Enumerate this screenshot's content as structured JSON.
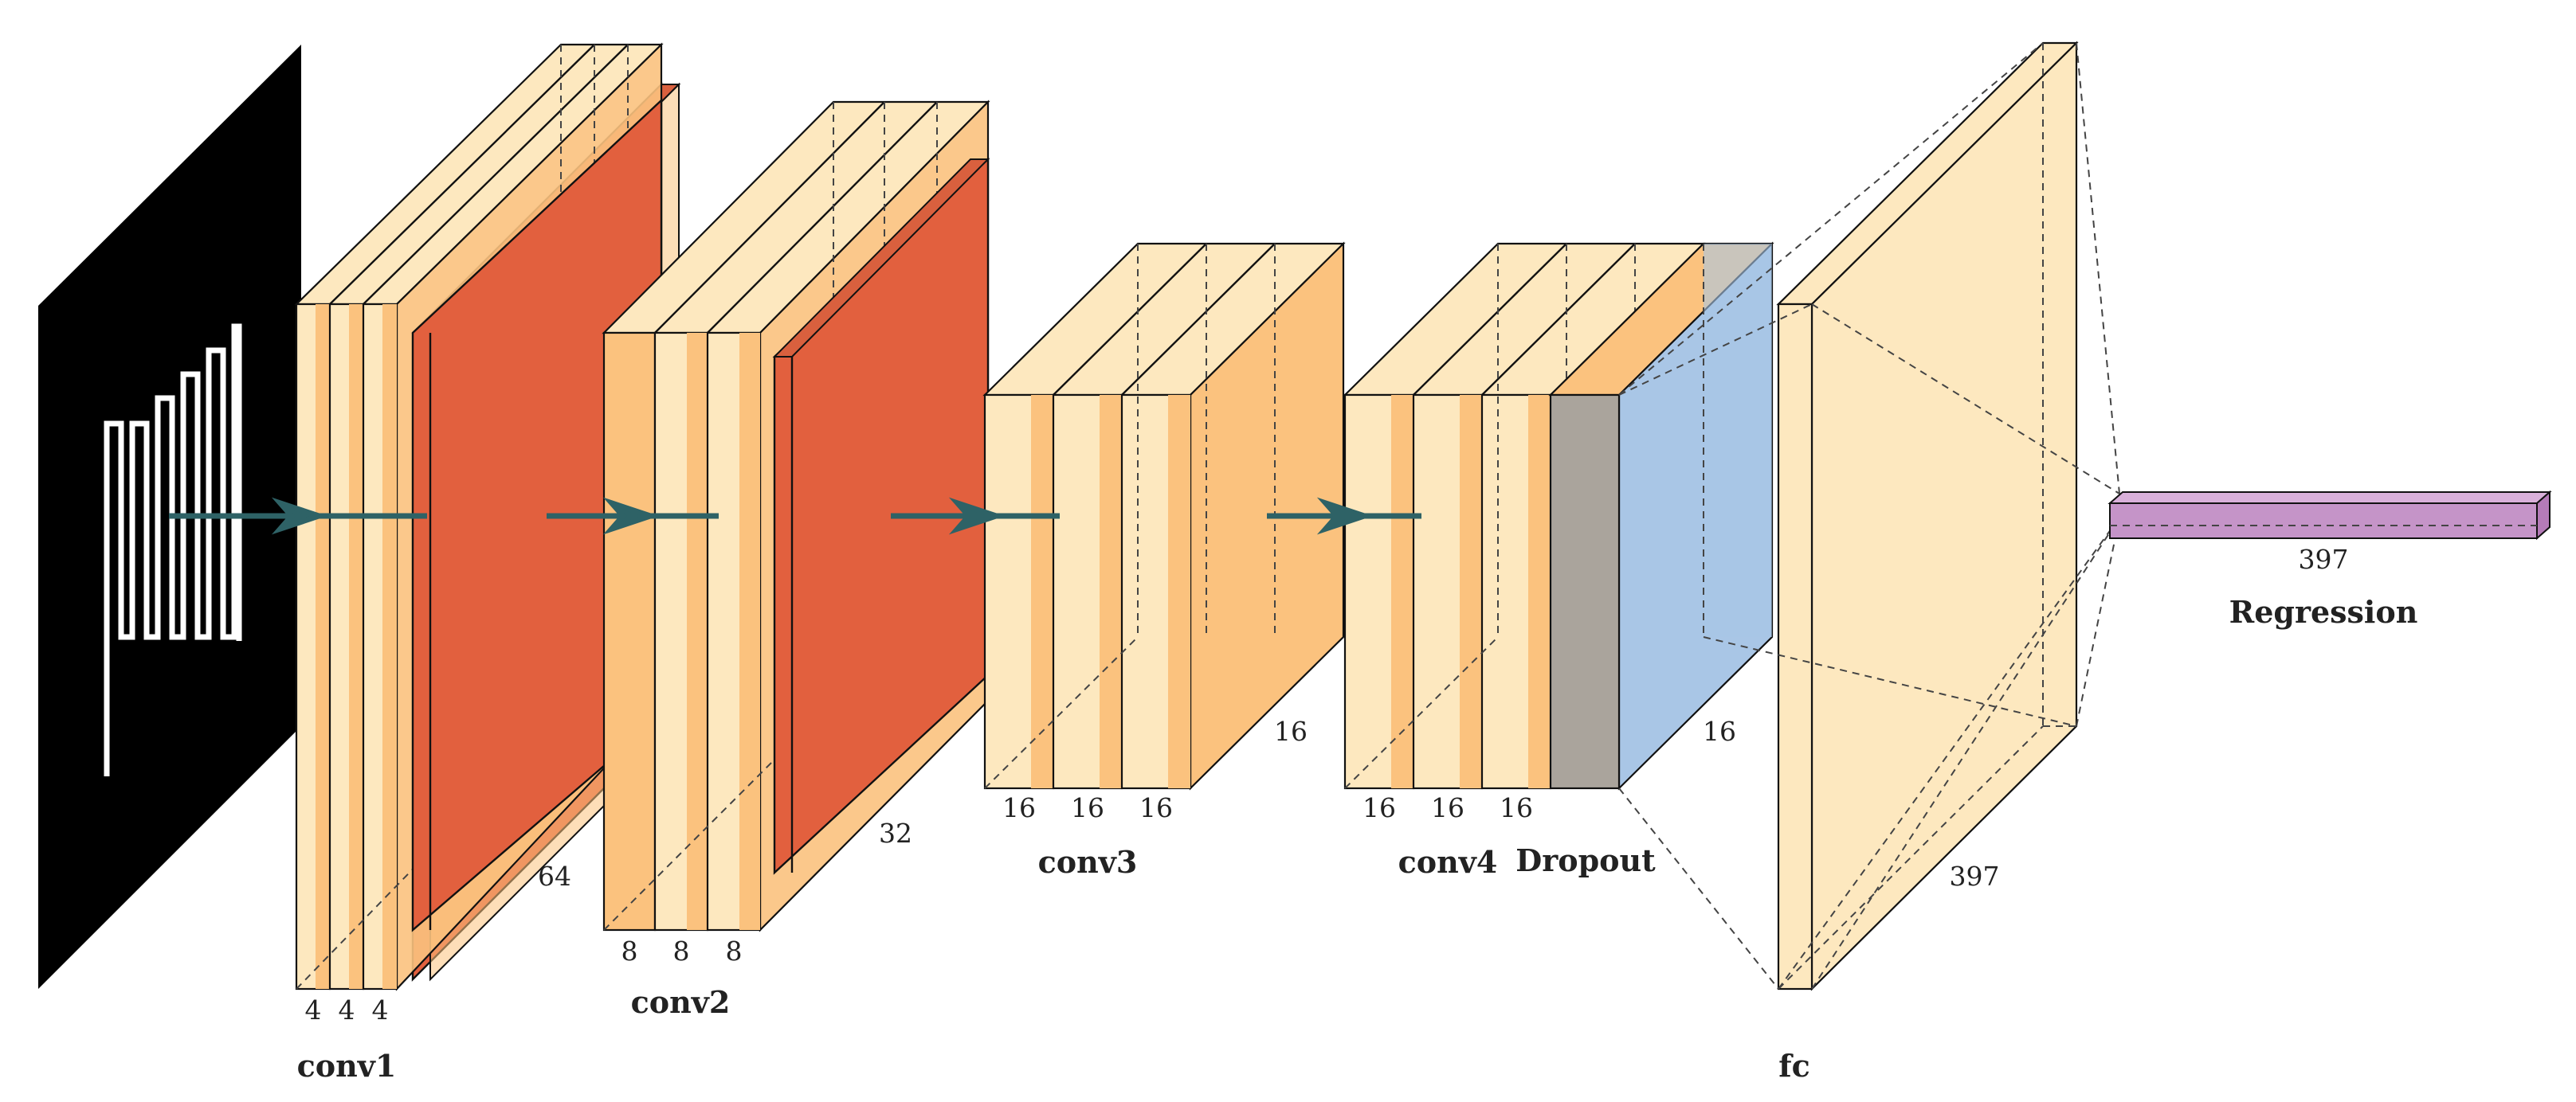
{
  "labels": {
    "conv1": "conv1",
    "conv2": "conv2",
    "conv3": "conv3",
    "conv4": "conv4",
    "dropout": "Dropout",
    "fc": "fc",
    "regression": "Regression"
  },
  "dims": {
    "conv1_channels": [
      "4",
      "4",
      "4"
    ],
    "conv1_size": "64",
    "conv2_channels": [
      "8",
      "8",
      "8"
    ],
    "conv2_size": "32",
    "conv3_channels": [
      "16",
      "16",
      "16"
    ],
    "conv3_size": "16",
    "conv4_channels": [
      "16",
      "16",
      "16"
    ],
    "conv4_size": "16",
    "fc_size": "397",
    "regression_size": "397"
  },
  "colors": {
    "conv_light": "#fde8bf",
    "conv_mid": "#fbc27e",
    "pool": "#e05e3c",
    "dropout": "#a9c6e6",
    "dropout_front": "#aaa49c",
    "fc": "#fde8bf",
    "regression": "#c594c8",
    "arrow": "#2e6266",
    "input_bg": "#000000"
  }
}
